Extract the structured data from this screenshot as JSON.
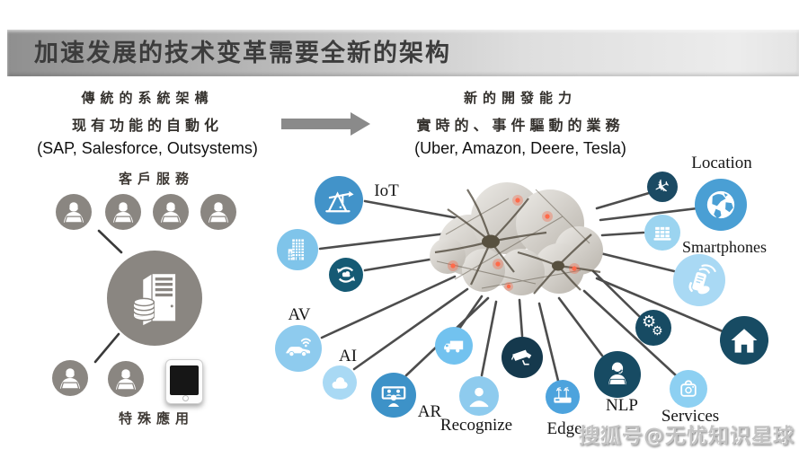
{
  "title": "加速发展的技术变革需要全新的架构",
  "legacy": {
    "heading1": "傳統的系統架構",
    "heading2": "现有功能的自動化",
    "examples": "(SAP, Salesforce, Outsystems)",
    "top_label": "客戶服務",
    "bottom_label": "特殊應用"
  },
  "modern": {
    "heading1": "新的開發能力",
    "heading2": "實時的、事件驅動的業務",
    "examples": "(Uber, Amazon, Deere, Tesla)"
  },
  "network": {
    "nodes": [
      {
        "id": "iot",
        "label": "IoT",
        "color": "#4293c9"
      },
      {
        "id": "building",
        "label": "",
        "color": "#7fc4ea"
      },
      {
        "id": "cloud-sync",
        "label": "",
        "color": "#155a74"
      },
      {
        "id": "av",
        "label": "AV",
        "color": "#8ecbee"
      },
      {
        "id": "ai",
        "label": "AI",
        "color": "#a9d9f4"
      },
      {
        "id": "ar",
        "label": "AR",
        "color": "#3d92c8"
      },
      {
        "id": "truck",
        "label": "",
        "color": "#72c2ef"
      },
      {
        "id": "recognize",
        "label": "Recognize",
        "color": "#8ecbee"
      },
      {
        "id": "camera",
        "label": "",
        "color": "#15394d"
      },
      {
        "id": "edge",
        "label": "Edge",
        "color": "#4da3dd"
      },
      {
        "id": "nlp",
        "label": "NLP",
        "color": "#174b63"
      },
      {
        "id": "services",
        "label": "Services",
        "color": "#8dd0f2"
      },
      {
        "id": "gears",
        "label": "",
        "color": "#174b63"
      },
      {
        "id": "house",
        "label": "",
        "color": "#174b63"
      },
      {
        "id": "smartphones",
        "label": "Smartphones",
        "color": "#a9d9f4"
      },
      {
        "id": "server-stack",
        "label": "",
        "color": "#9bd4f0"
      },
      {
        "id": "location",
        "label": "Location",
        "color": "#4a9fd4"
      },
      {
        "id": "plane",
        "label": "",
        "color": "#1b4a63"
      }
    ]
  },
  "icons": {
    "gear_glyph": "⚙",
    "plane_glyph": "✈"
  },
  "watermark": "搜狐号@无忧知识星球",
  "palette": {
    "connector_line": "#4d4d4d",
    "legacy_gray": "#8a8681",
    "accent_red": "#ff5230",
    "title_text": "#3c3c3c",
    "arrow_gray": "#8a8a8a"
  }
}
